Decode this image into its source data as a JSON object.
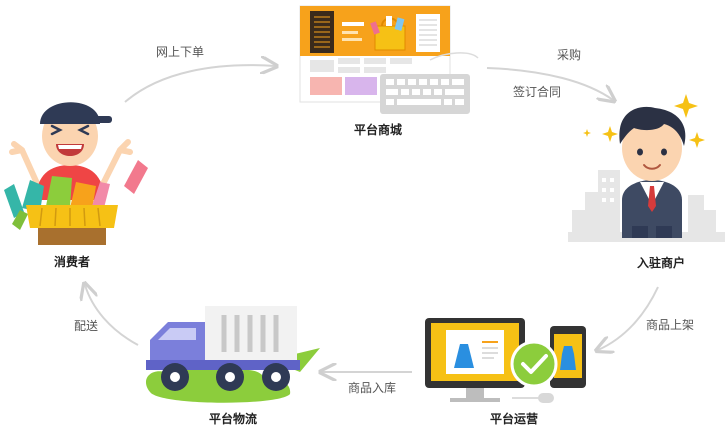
{
  "nodes": {
    "platform_mall": "平台商城",
    "merchant": "入驻商户",
    "consumer": "消费者",
    "logistics": "平台物流",
    "operations": "平台运营"
  },
  "edges": {
    "order_online": "网上下单",
    "purchase": "采购",
    "sign_contract": "签订合同",
    "list_products": "商品上架",
    "stock_in": "商品入库",
    "delivery": "配送"
  },
  "colors": {
    "orange": "#f7a21b",
    "yellow": "#f6c115",
    "green": "#8ccd3c",
    "purple": "#7b7fdb",
    "navy": "#2f3a55",
    "suit": "#3e4a63",
    "skin": "#fbd4b0",
    "arrow": "#d4d4d4",
    "city": "#e6e6e6"
  },
  "icons": {
    "mall": "web-store-icon",
    "keyboard": "keyboard-icon",
    "merchant": "businessman-icon",
    "consumer": "happy-shopper-icon",
    "truck": "delivery-truck-icon",
    "devices": "monitor-tablet-icon",
    "check": "check-icon"
  }
}
